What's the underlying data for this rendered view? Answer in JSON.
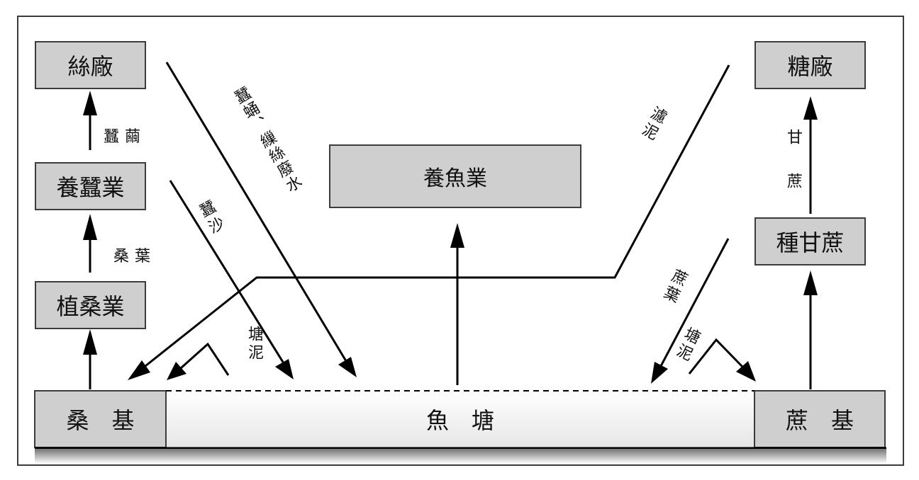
{
  "boxes": {
    "silk_factory": "絲廠",
    "sericulture": "養蠶業",
    "mulberry_planting": "植桑業",
    "fish_farming": "養魚業",
    "sugar_factory": "糖廠",
    "sugarcane_planting": "種甘蔗"
  },
  "base": {
    "mulberry_dike": "桑　基",
    "fish_pond": "魚　塘",
    "cane_dike": "蔗　基"
  },
  "arrow_labels": {
    "silkworm_cocoon": "蠶繭",
    "mulberry_leaves": "桑葉",
    "silkworm_droppings": "蠶沙",
    "pupa_wastewater": "蠶蛹、繅絲廢水",
    "pond_mud_left": "塘泥",
    "filter_mud": "濾泥",
    "sugarcane": "甘蔗",
    "cane_leaves": "蔗葉",
    "pond_mud_right": "塘泥"
  },
  "colors": {
    "box_fill": "#cfcfcf",
    "line": "#000000",
    "frame": "#3c3c3c"
  }
}
